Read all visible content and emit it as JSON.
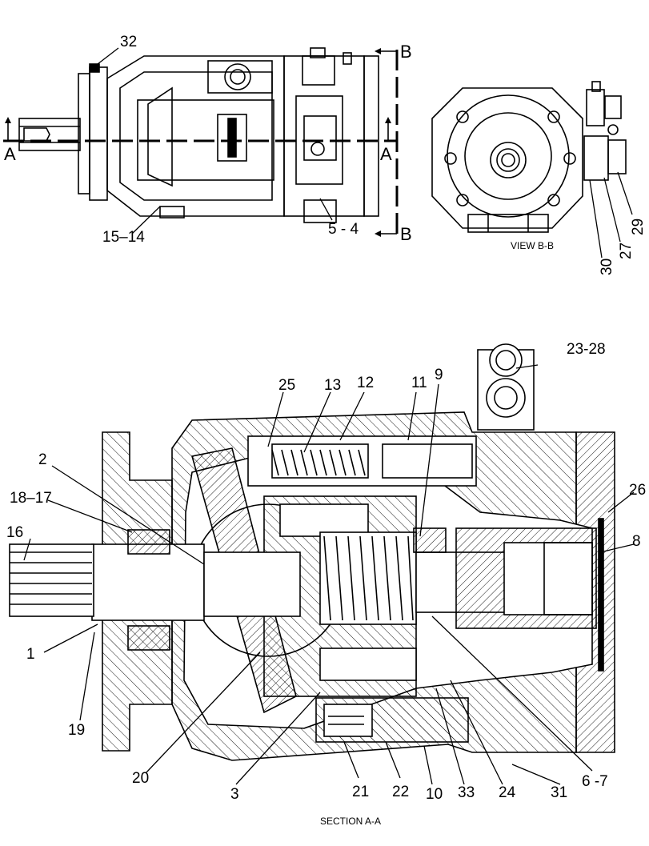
{
  "top_view": {
    "callouts": {
      "c32": "32",
      "c15_14": "15–14",
      "c5_4": "5 - 4",
      "section_a_left": "A",
      "section_a_right": "A",
      "section_b_top": "B",
      "section_b_bottom": "B"
    }
  },
  "view_bb": {
    "caption": "VIEW B-B",
    "callouts": {
      "c29": "29",
      "c27": "27",
      "c30": "30"
    }
  },
  "section_aa": {
    "caption": "SECTION A-A",
    "callouts": {
      "c23_28": "23-28",
      "c25": "25",
      "c13": "13",
      "c12": "12",
      "c11": "11",
      "c9": "9",
      "c2": "2",
      "c18_17": "18–17",
      "c16": "16",
      "c26": "26",
      "c8": "8",
      "c1": "1",
      "c19": "19",
      "c20": "20",
      "c3": "3",
      "c21": "21",
      "c22": "22",
      "c10": "10",
      "c33": "33",
      "c24": "24",
      "c31": "31",
      "c6_7": "6 -7"
    }
  }
}
